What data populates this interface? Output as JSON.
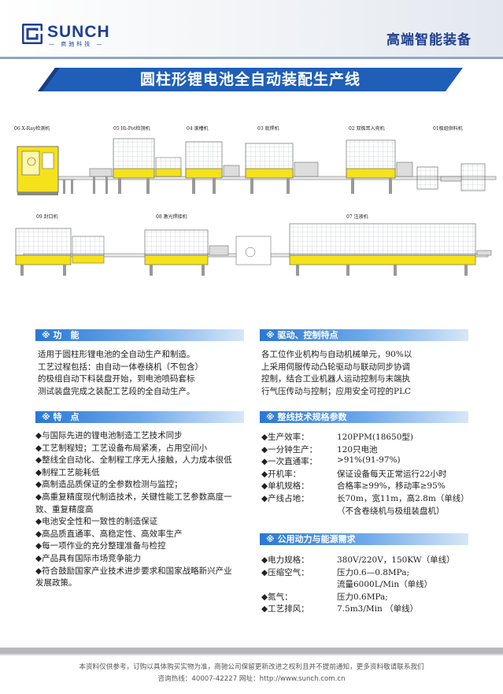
{
  "header": {
    "logo_name": "SUNCH",
    "logo_sub": "— 商驰科技 —",
    "slogan": "高端智能装备"
  },
  "colors": {
    "brand": "#1f3f91",
    "banner": "#1f5fb8",
    "section": "#2a78d4",
    "machine_yellow": "#f5e21a"
  },
  "title": "圆柱形锂电池全自动装配生产线",
  "machines": {
    "m06": "06  X-Ray检测机",
    "m05": "05  Hi-Pot检测机",
    "m04": "04  滚槽机",
    "m03": "03  底焊机",
    "m02": "02  双极耳入壳机",
    "m01": "01极组供料机",
    "m09": "09  封口机",
    "m08": "08  激光焊接机",
    "m07": "07  注液机"
  },
  "function": {
    "heading": "※ 功　能",
    "lines": [
      "适用于圆柱形锂电池的全自动生产和制造。",
      "工艺过程包括：由自动一体卷绕机（不包含）",
      "的极组自动下料装盘开始，到电池喷码套标",
      "测试装盘完成之装配工艺段的全自动生产。"
    ]
  },
  "features": {
    "heading": "※ 特　点",
    "items": [
      "◆与国际先进的锂电池制造工艺技术同步",
      "◆工艺制程短；工艺设备布局紧凑，占用空间小",
      "◆整线全自动化、全制程工序无人接触，人力成本很低",
      "◆制程工艺能耗低",
      "◆高制造品质保证的全参数检测与监控；",
      "◆高重复精度现代制造技术，关键性能工艺参数高度一",
      "致、重复精度高",
      "◆电池安全性和一致性的制造保证",
      "◆高品质直通率、高稳定性、高效率生产",
      "◆每一项作业的充分整理准备与检控",
      "◆产品具有国际市场竞争能力",
      "◆符合鼓励国家产业技术进步要求和国家战略新兴产业",
      "发展政策。"
    ]
  },
  "drive": {
    "heading": "※ 驱动、控制特点",
    "lines": [
      "各工位作业机构与自动机械单元，90%以",
      "上采用伺服传动凸轮驱动与联动同步协调",
      " 控制，结合工业机器人运动控制与末端执",
      "行气压传动与控制；应用安全可控的PLC"
    ]
  },
  "specs": {
    "heading": "※ 整线技术规格参数",
    "rows": [
      {
        "k": "◆生产效率：",
        "v": "120PPM(18650型)"
      },
      {
        "k": "◆一分钟生产：",
        "v": "120只电池"
      },
      {
        "k": "◆一次直通率：",
        "v": ">91%(91-97%)"
      },
      {
        "k": "◆开机率：",
        "v": "保证设备每天正常运行22小时"
      },
      {
        "k": "◆单机规格：",
        "v": "合格率≥99%，移动率≥95%"
      },
      {
        "k": "◆产线占地：",
        "v": "长70m，宽11m，高2.8m（单线）"
      },
      {
        "k": "",
        "v": " （不含卷绕机与极组装盘机）"
      }
    ]
  },
  "utilities": {
    "heading": "※ 公用动力与能源需求",
    "rows": [
      {
        "k": "◆电力规格：",
        "v": "380V/220V，150KW（单线）"
      },
      {
        "k": "◆压缩空气：",
        "v": "压力0.6—0.8MPa;"
      },
      {
        "k": "",
        "v": "流量6000L/Min（单线）"
      },
      {
        "k": "◆氮气：",
        "v": "压力0.6MPa;"
      },
      {
        "k": "◆工艺排风：",
        "v": "7.5m3/Min （单线）"
      }
    ]
  },
  "footer": {
    "line1": "本资料仅供参考，订购以具体购买实物为准，商驰公司保留更新改进之权利且并不提前通知，更多资料敬请联系我们",
    "line2": "咨询热线：40007-42227    网址：http://www.sunch.com.cn"
  }
}
